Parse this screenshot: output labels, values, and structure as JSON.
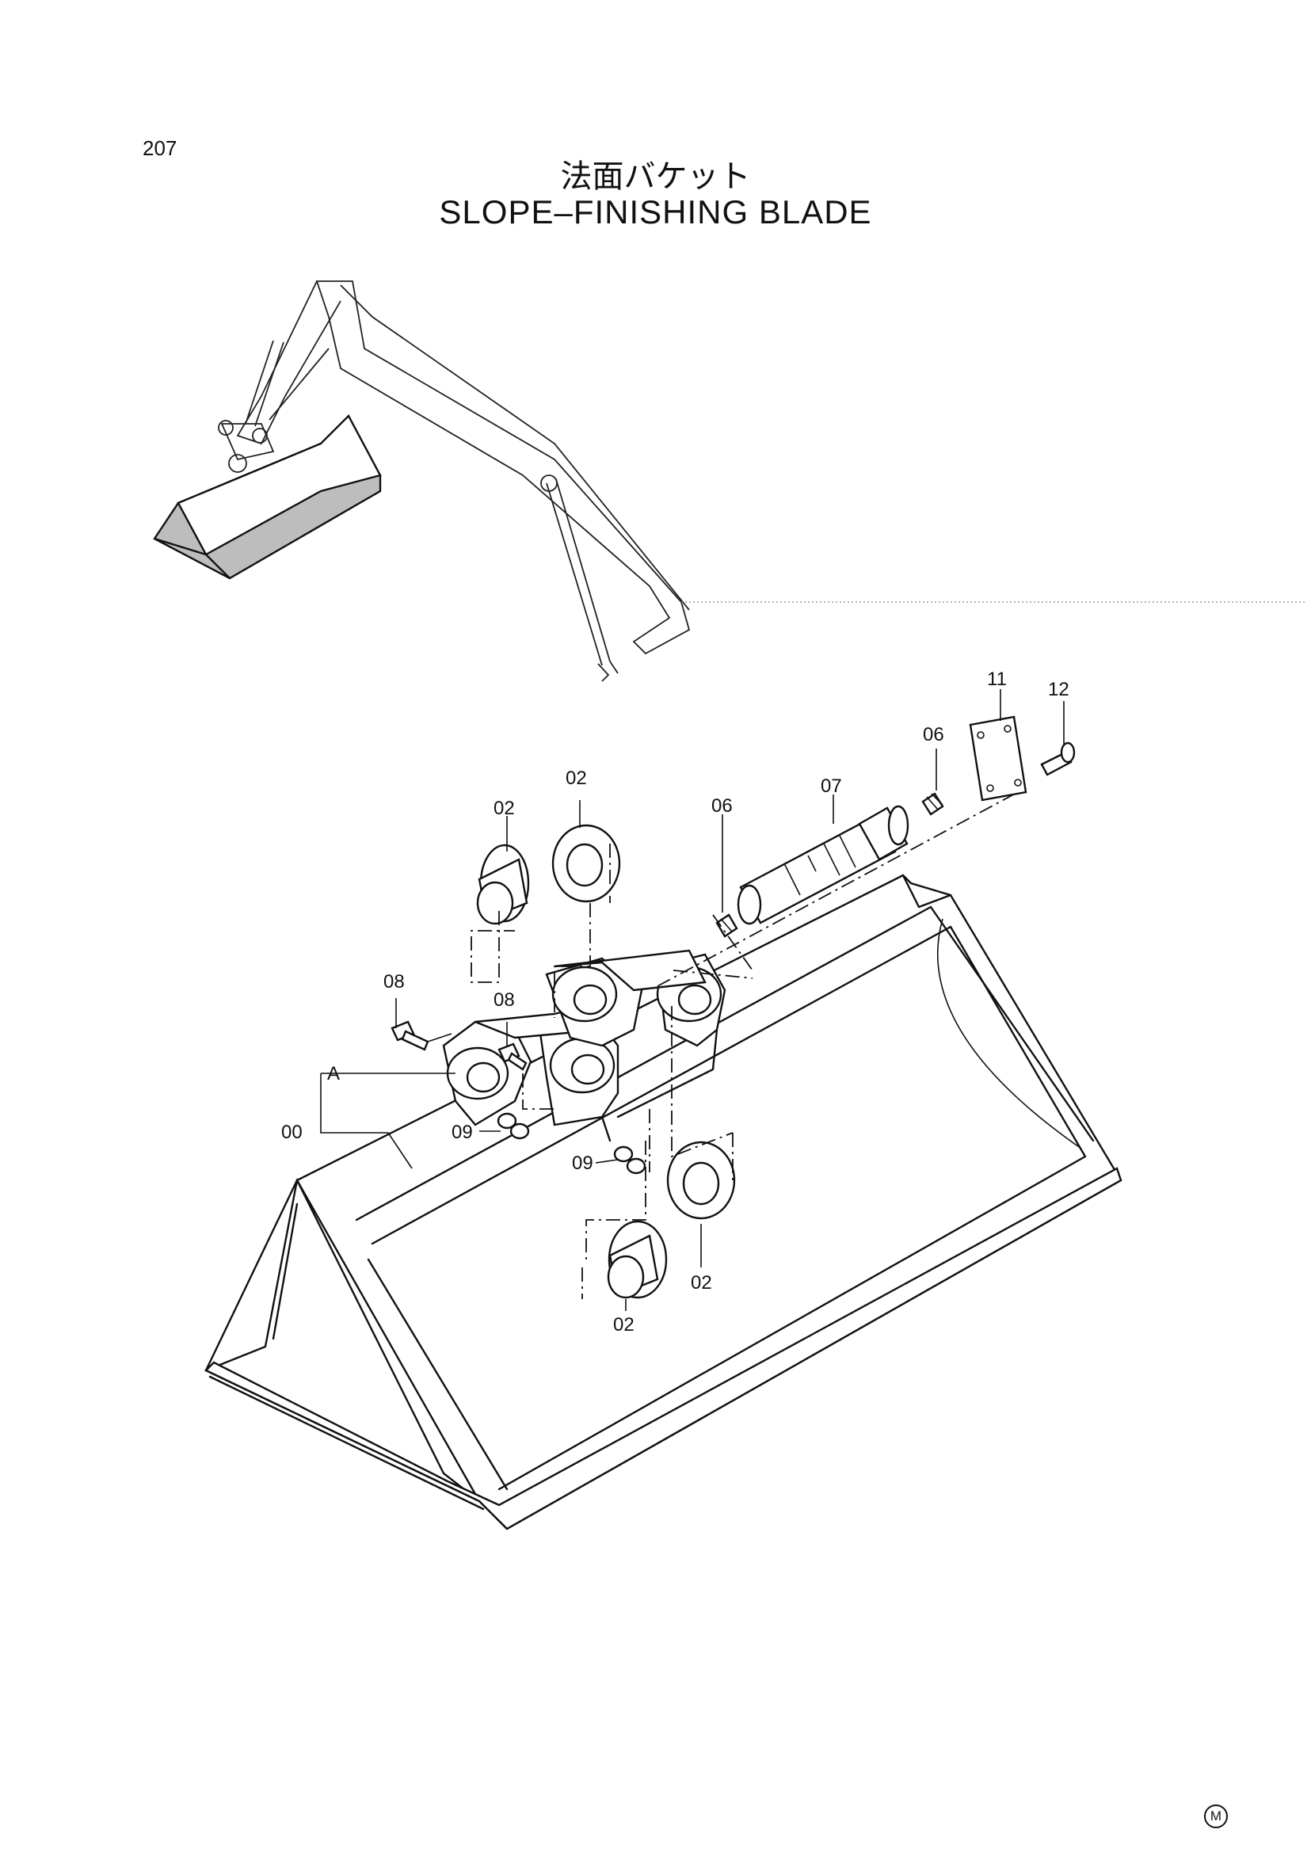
{
  "page_number": "207",
  "title_jp": "法面バケット",
  "title_en": "SLOPE–FINISHING  BLADE",
  "callouts": {
    "c00": "00",
    "cA": "A",
    "c02a": "02",
    "c02b": "02",
    "c02c": "02",
    "c02d": "02",
    "c06a": "06",
    "c06b": "06",
    "c07": "07",
    "c08a": "08",
    "c08b": "08",
    "c09a": "09",
    "c09b": "09",
    "c11": "11",
    "c12": "12"
  },
  "footer_mark": "M"
}
